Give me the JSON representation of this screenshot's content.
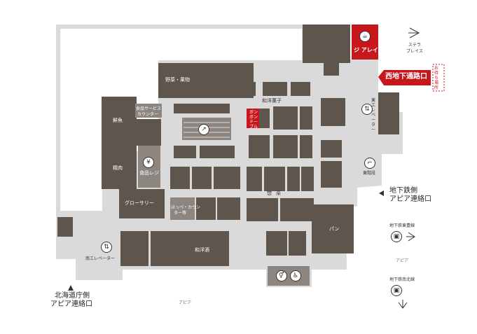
{
  "colors": {
    "store": "#5e554c",
    "floor": "#dadada",
    "accent": "#c8161d",
    "service": "#8c8580"
  },
  "map": {
    "labels": {
      "yasai": "野菜・果物",
      "wayo_gashi": "和洋菓子",
      "shokuhin_service": "食品サービス",
      "counter": "カウンター",
      "sengyo": "鮮魚",
      "seiniku": "精肉",
      "shokuhin_register": "食品レジ",
      "grocery": "グローサリー",
      "souzai": "惣菜",
      "pan": "パン",
      "wayoshu": "和洋酒",
      "happy_counter_1": "ほっぺ・カウン",
      "happy_counter_2": "ター等",
      "bonbon": "ボンボンドーブル",
      "east_elevator": "東エレベーター",
      "east_stairs": "東階段",
      "south_elevator": "南エレベーター"
    },
    "cafe": {
      "name": "ジ アレイ",
      "icon": "coffee-icon"
    },
    "entrances": {
      "west_underground": "西地下通路口",
      "omachi": "お待ち場所",
      "stella_place": "ステラ\nプレイス",
      "subway_side_1": "地下鉄側",
      "subway_side_2": "アピア連絡口",
      "hokkaido_1": "北海道庁側",
      "hokkaido_2": "アピア連絡口"
    },
    "outside": {
      "subway_toho": "地下鉄東豊線",
      "apia_right": "アピア",
      "subway_nanboku": "地下鉄南北線",
      "apia_bottom": "アピア"
    },
    "icons": [
      "elevator-icon",
      "stairs-icon",
      "escalator-icon",
      "yen-icon",
      "restroom-icon",
      "wheelchair-icon",
      "train-icon"
    ]
  }
}
